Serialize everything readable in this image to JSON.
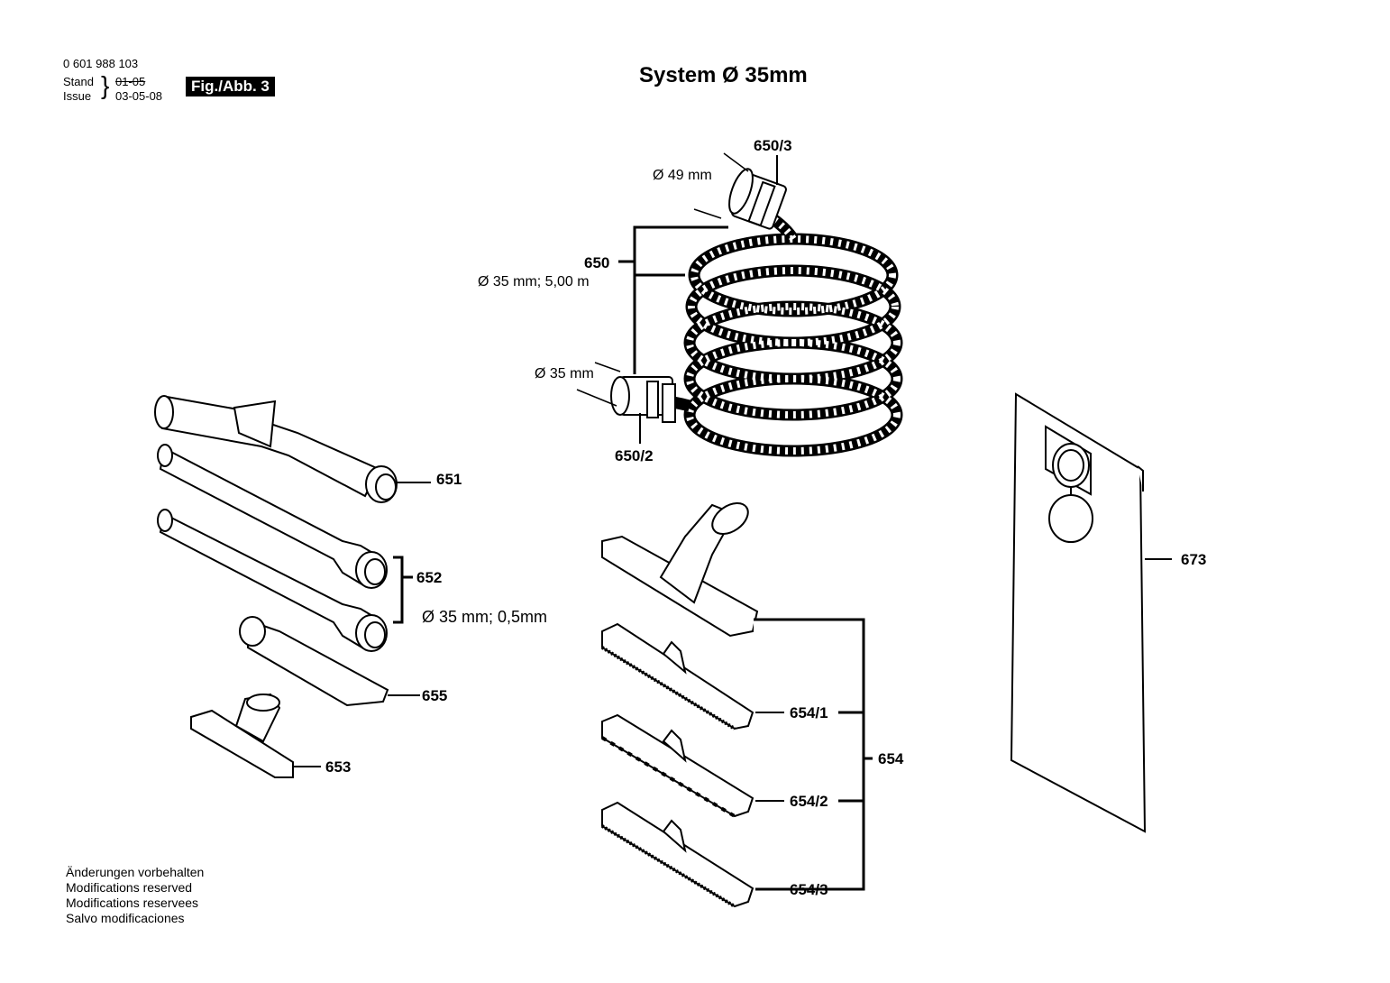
{
  "header": {
    "part_number": "0 601 988 103",
    "stand_label": "Stand",
    "stand_value": "01-05",
    "issue_label": "Issue",
    "issue_value": "03-05-08",
    "figure_badge": "Fig./Abb. 3",
    "title": "System Ø 35mm"
  },
  "callouts": {
    "c650_3": "650/3",
    "c650": "650",
    "c650_2": "650/2",
    "c651": "651",
    "c652": "652",
    "c655": "655",
    "c653": "653",
    "c654": "654",
    "c654_1": "654/1",
    "c654_2": "654/2",
    "c654_3": "654/3",
    "c673": "673"
  },
  "dimensions": {
    "d49": "Ø 49 mm",
    "d35_hose": "Ø 35 mm; 5,00 m",
    "d35": "Ø 35 mm",
    "d35_tube": "Ø 35 mm; 0,5mm"
  },
  "footer": {
    "line1": "Änderungen vorbehalten",
    "line2": "Modifications reserved",
    "line3": "Modifications reservees",
    "line4": "Salvo modificaciones"
  }
}
